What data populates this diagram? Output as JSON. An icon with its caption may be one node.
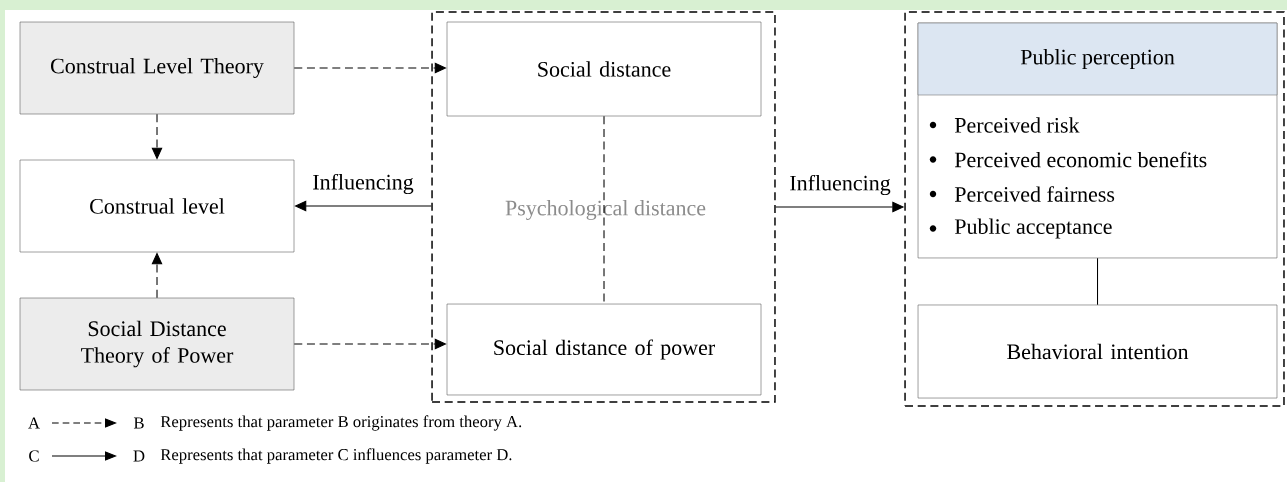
{
  "diagram": {
    "nodes": [
      {
        "text": [
          "Construal Level Theory"
        ]
      },
      {
        "text": [
          "Construal level"
        ]
      },
      {
        "text": [
          "Social Distance Theory of Power"
        ]
      },
      {
        "text": [
          "Psychological distance"
        ]
      },
      {
        "text": [
          "Social distance"
        ],
        "in": 3
      },
      {
        "text": [
          "Social distance of power"
        ],
        "in": 3
      },
      {
        "text": [],
        "shape": "box"
      },
      {
        "text": [
          "Public perception",
          "Perceived risk",
          "Perceived economic benefits",
          "Perceived fairness",
          "Public acceptance"
        ],
        "in": 6
      },
      {
        "text": [
          "Behavioral intention"
        ],
        "in": 6
      }
    ],
    "edges": [
      {
        "from": 0,
        "to": 4,
        "arrow": "to",
        "style": "dashed"
      },
      {
        "from": 0,
        "to": 1,
        "arrow": "to",
        "style": "dashed"
      },
      {
        "from": 2,
        "to": 1,
        "arrow": "to",
        "style": "dashed"
      },
      {
        "from": 2,
        "to": 5,
        "arrow": "to",
        "style": "dashed"
      },
      {
        "from": 4,
        "to": 5,
        "arrow": "none",
        "style": "dashed"
      },
      {
        "from": 3,
        "to": 1,
        "arrow": "to",
        "label": "Influencing"
      },
      {
        "from": 3,
        "to": 6,
        "arrow": "to",
        "label": "Influencing"
      },
      {
        "from": 7,
        "to": 8,
        "arrow": "none"
      }
    ],
    "labels": [
      "A",
      "B",
      "C",
      "D"
    ],
    "legend": [
      {
        "text": "Represents that parameter B originates from theory A."
      },
      {
        "text": "Represents that parameter C influences parameter D."
      }
    ]
  }
}
